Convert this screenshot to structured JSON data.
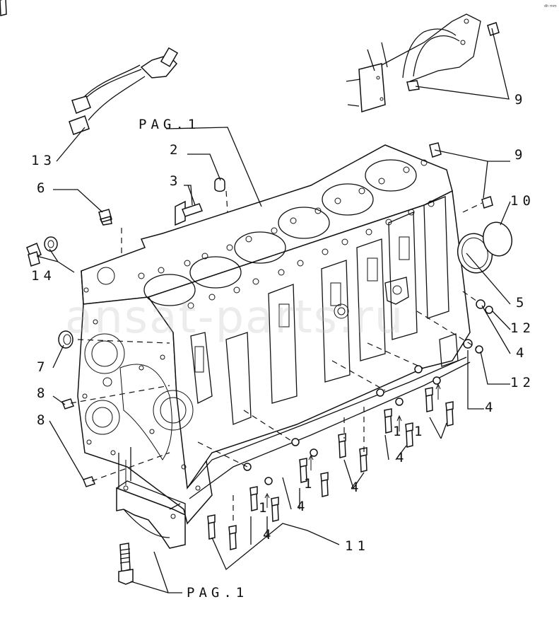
{
  "callouts": {
    "c1": "1",
    "c2": "2",
    "c3": "3",
    "c4": "4",
    "c5": "5",
    "c6": "6",
    "c7": "7",
    "c8": "8",
    "c9": "9",
    "c10": "10",
    "c11": "11",
    "c12": "12",
    "c13": "13",
    "c14": "14"
  },
  "page_refs": {
    "top": "PAG.1",
    "bottom": "PAG.1"
  },
  "watermark": "ansat-parts.ru",
  "corner_mark": "dh mm"
}
